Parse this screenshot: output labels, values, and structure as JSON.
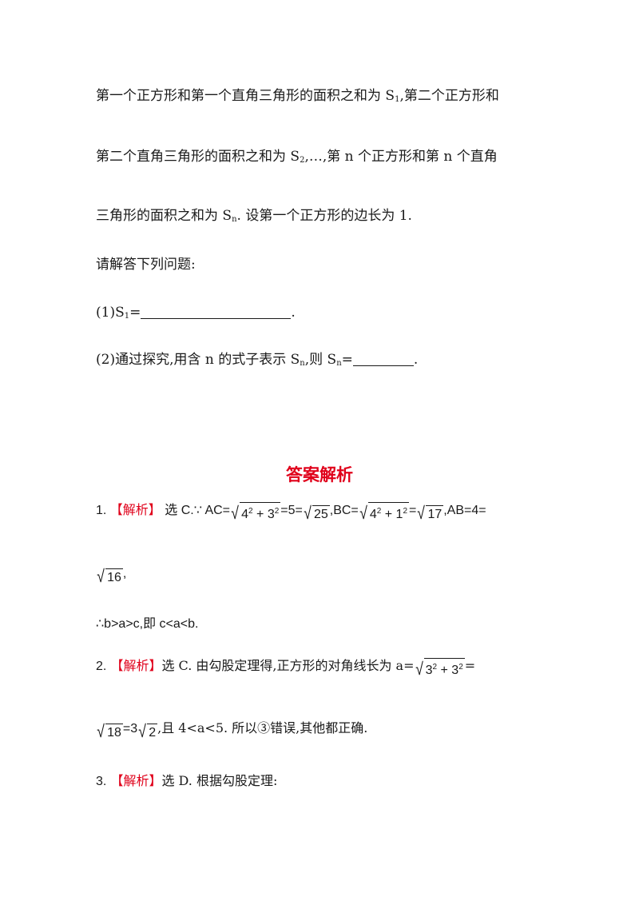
{
  "problem": {
    "line1_a": "第一个正方形和第一个直角三角形的面积之和为 S",
    "line1_sub": "1",
    "line1_b": ",第二个正方形和",
    "line2_a": "第二个直角三角形的面积之和为 S",
    "line2_sub": "2",
    "line2_b": ",…,第 n 个正方形和第 n 个直角",
    "line3_a": "三角形的面积之和为 S",
    "line3_sub": "n",
    "line3_b": ". 设第一个正方形的边长为 1.",
    "prompt": "请解答下列问题:",
    "q1_prefix": "(1)S",
    "q1_sub": "1",
    "q1_eq": "=",
    "q1_end": ".",
    "q2_prefix": "(2)通过探究,用含 n 的式子表示 S",
    "q2_sub": "n",
    "q2_mid": ",则 S",
    "q2_sub2": "n",
    "q2_eq": "=",
    "q2_end": "."
  },
  "answers": {
    "heading": "答案解析",
    "a1": {
      "num": "1.",
      "tag": "【解析】",
      "text1": "选 C.∵ AC=",
      "rad1": "4",
      "rad1_exp": "2",
      "rad1_plus": " + 3",
      "rad1_exp2": "2",
      "text2": "=5=",
      "rad2": "25",
      "text3": ",BC=",
      "rad3": "4",
      "rad3_exp": "2",
      "rad3_plus": " + 1",
      "rad3_exp2": "2",
      "text4": "=",
      "rad4": "17",
      "text5": ",AB=4=",
      "rad5": "16",
      "text6": ",",
      "line3": "∴b>a>c,即 c<a<b."
    },
    "a2": {
      "num": "2.",
      "tag": "【解析】",
      "text1": "选 C. 由勾股定理得,正方形的对角线长为 a=",
      "rad1": "3",
      "rad1_exp": "2",
      "rad1_plus": " + 3",
      "rad1_exp2": "2",
      "text2": "=",
      "rad2": "18",
      "text3": "=3",
      "rad3": "2",
      "text4": ",且 4<a<5. 所以③错误,其他都正确."
    },
    "a3": {
      "num": "3.",
      "tag": "【解析】",
      "text1": "选 D. 根据勾股定理:"
    }
  }
}
